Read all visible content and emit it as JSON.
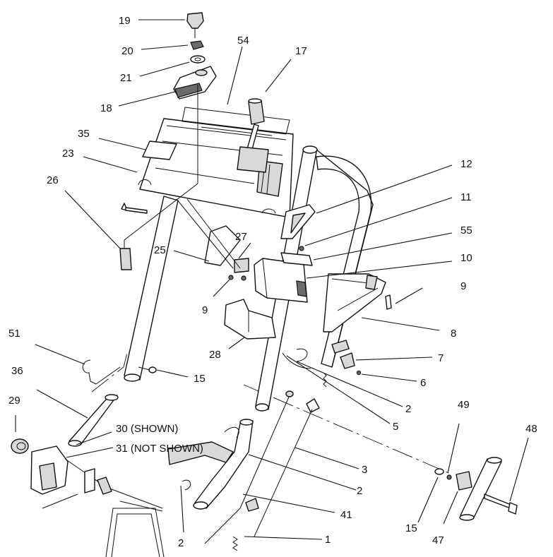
{
  "callouts": {
    "c19": "19",
    "c20": "20",
    "c21": "21",
    "c18": "18",
    "c54": "54",
    "c17": "17",
    "c35": "35",
    "c23": "23",
    "c26": "26",
    "c12": "12",
    "c11": "11",
    "c55": "55",
    "c25": "25",
    "c27": "27",
    "c10": "10",
    "c9a": "9",
    "c9b": "9",
    "c8": "8",
    "c51": "51",
    "c28": "28",
    "c7": "7",
    "c15a": "15",
    "c6": "6",
    "c36": "36",
    "c2a": "2",
    "c29": "29",
    "c5": "5",
    "c30": "30 (SHOWN)",
    "c31": "31 (NOT SHOWN)",
    "c3": "3",
    "c49": "49",
    "c48": "48",
    "c2b": "2",
    "c41": "41",
    "c15b": "15",
    "c47": "47",
    "c2c": "2",
    "c1": "1"
  }
}
